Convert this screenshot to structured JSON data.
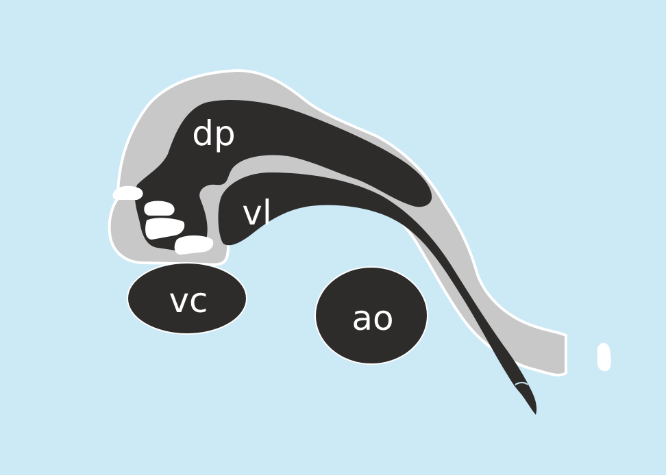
{
  "labels": {
    "dp": "dp",
    "vl": "vl",
    "vc": "vc",
    "ao": "ao"
  },
  "colors": {
    "background": "#cce9f6",
    "grey_region": "#c8c8c8",
    "dark_region": "#2d2c2b",
    "outline": "#ffffff",
    "label_text": "#ffffff"
  }
}
